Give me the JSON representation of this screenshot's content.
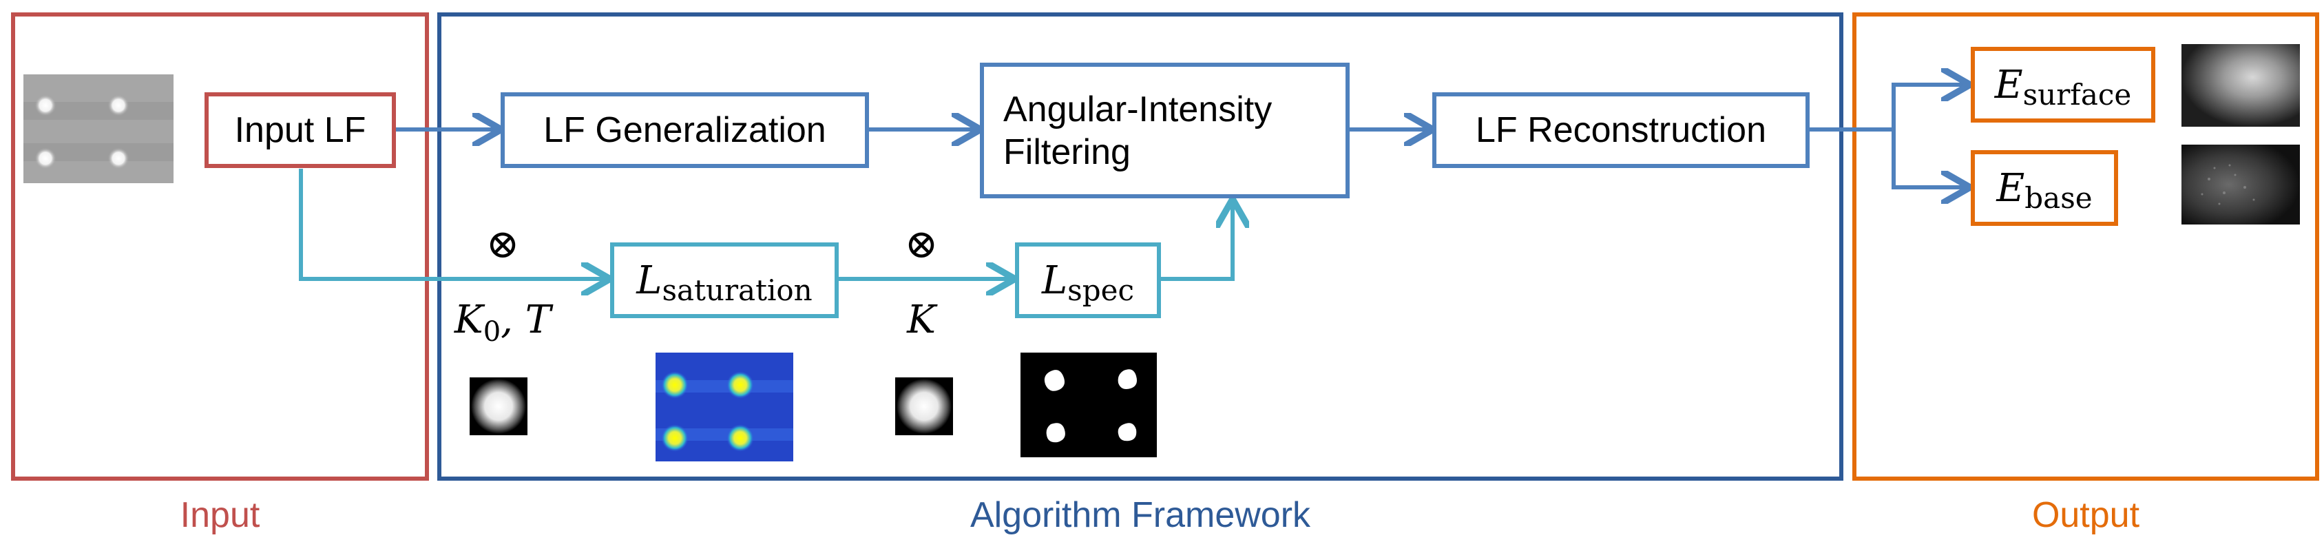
{
  "panels": {
    "input_caption": "Input",
    "framework_caption": "Algorithm Framework",
    "output_caption": "Output"
  },
  "colors": {
    "input": "#c0504d",
    "framework": "#2e5a97",
    "flow_box": "#4f81bd",
    "branch": "#4bacc6",
    "output": "#e46c0a"
  },
  "nodes": {
    "input_lf": "Input LF",
    "lf_generalization": "LF Generalization",
    "angular_filtering_line1": "Angular-Intensity",
    "angular_filtering_line2": "Filtering",
    "lf_reconstruction": "LF Reconstruction",
    "l_saturation": {
      "main": "L",
      "sub": "saturation"
    },
    "l_spec": {
      "main": "L",
      "sub": "spec"
    },
    "e_surface": {
      "main": "E",
      "sub": "surface"
    },
    "e_base": {
      "main": "E",
      "sub": "base"
    }
  },
  "operators": {
    "conv_symbol_1": "⊗",
    "conv_symbol_2": "⊗",
    "k0_t": {
      "k": "K",
      "sub": "0",
      "rest": ", T"
    },
    "k": "K"
  },
  "thumbnails": [
    "input-lf-image",
    "kernel-k0-image",
    "saturation-heatmap-image",
    "kernel-k-image",
    "spec-mask-image",
    "e-surface-image",
    "e-base-image"
  ]
}
